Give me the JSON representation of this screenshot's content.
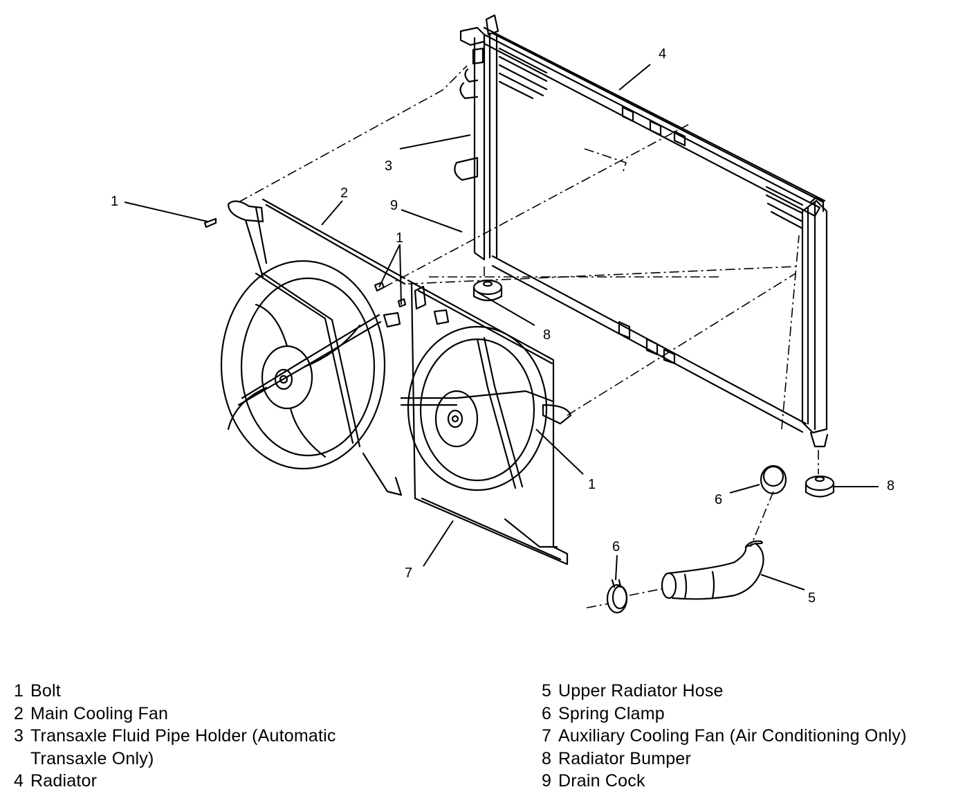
{
  "callouts": {
    "c1a": "1",
    "c1b": "1",
    "c1c": "1",
    "c2": "2",
    "c3": "3",
    "c4": "4",
    "c5": "5",
    "c6a": "6",
    "c6b": "6",
    "c7": "7",
    "c8a": "8",
    "c8b": "8",
    "c9": "9"
  },
  "legend": {
    "left": [
      {
        "num": "1",
        "text": "Bolt"
      },
      {
        "num": "2",
        "text": "Main Cooling Fan"
      },
      {
        "num": "3",
        "text": "Transaxle Fluid Pipe Holder (Automatic",
        "cont": "Transaxle Only)"
      },
      {
        "num": "4",
        "text": "Radiator"
      }
    ],
    "right": [
      {
        "num": "5",
        "text": "Upper Radiator Hose"
      },
      {
        "num": "6",
        "text": "Spring Clamp"
      },
      {
        "num": "7",
        "text": "Auxiliary Cooling Fan (Air Conditioning Only)"
      },
      {
        "num": "8",
        "text": "Radiator Bumper"
      },
      {
        "num": "9",
        "text": "Drain Cock"
      }
    ]
  },
  "colors": {
    "line": "#000000",
    "background": "#ffffff"
  }
}
